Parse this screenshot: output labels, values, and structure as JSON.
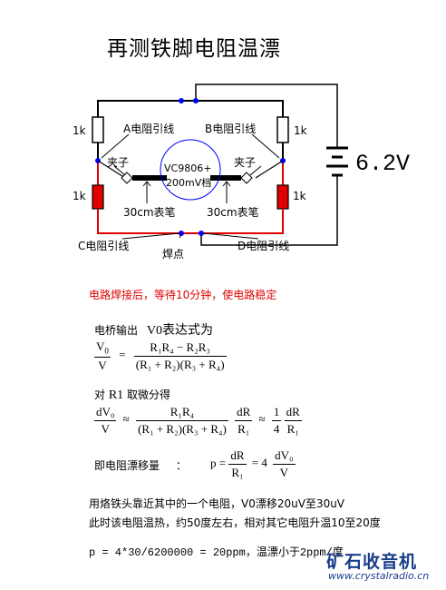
{
  "title": "再测铁脚电阻温漂",
  "labels": {
    "r1": "1k",
    "r2": "1k",
    "r3": "1k",
    "r4": "1k",
    "a_lead": "A电阻引线",
    "b_lead": "B电阻引线",
    "clip_left": "夹子",
    "clip_right": "夹子",
    "meter_line1": "VC9806+",
    "meter_line2": "200mV档",
    "probe_left": "30cm表笔",
    "probe_right": "30cm表笔",
    "c_lead": "C电阻引线",
    "d_lead": "D电阻引线",
    "solder": "焊点",
    "battery": "6.2V"
  },
  "note_red": "电路焊接后，等待10分钟，使电路稳定",
  "formulas": {
    "bridge_intro": "电桥输出",
    "v0_text": "V0表达式为",
    "eq1_lhs_num": "V",
    "eq1_lhs_num_sub": "0",
    "eq1_lhs_den": "V",
    "eq1_rhs_num": "R₁R₄ − R₂R₃",
    "eq1_rhs_den": "(R₁ + R₂)(R₃ + R₄)",
    "diff_intro": "对",
    "diff_var": "R1",
    "diff_text": "取微分得",
    "eq2_lhs_num": "dV₀",
    "eq2_lhs_den": "V",
    "eq2_mid_num": "R₁R₄",
    "eq2_mid_den": "(R₁ + R₂)(R₃ + R₄)",
    "eq2_dr_num": "dR",
    "eq2_dr_den": "R₁",
    "eq2_quarter_num": "1",
    "eq2_quarter_den": "4",
    "eq2_last_num": "dR",
    "eq2_last_den": "R₁",
    "drift_label": "即电阻漂移量",
    "colon": "：",
    "eq3_p": "p =",
    "eq3_dr_num": "dR",
    "eq3_dr_den": "R₁",
    "eq3_eq": "= 4",
    "eq3_v0_num": "dV₀",
    "eq3_v0_den": "V"
  },
  "body_text": {
    "line1": "用烙铁头靠近其中的一个电阻，V0漂移20uV至30uV",
    "line2": "此时该电阻温热，约50度左右，相对其它电阻升温10至20度",
    "line3": "p = 4*30/6200000 = 20ppm，温漂小于2ppm/度"
  },
  "watermark": {
    "cn": "矿石收音机",
    "url": "www.crystalradio.cn"
  },
  "colors": {
    "black_wire": "#000000",
    "red_wire": "#e00000",
    "resistor_fill": "#e00000",
    "node_blue": "#0000ff",
    "meter_outline": "#0000ff",
    "note_red": "#e00000",
    "watermark": "#1a3d8a"
  }
}
